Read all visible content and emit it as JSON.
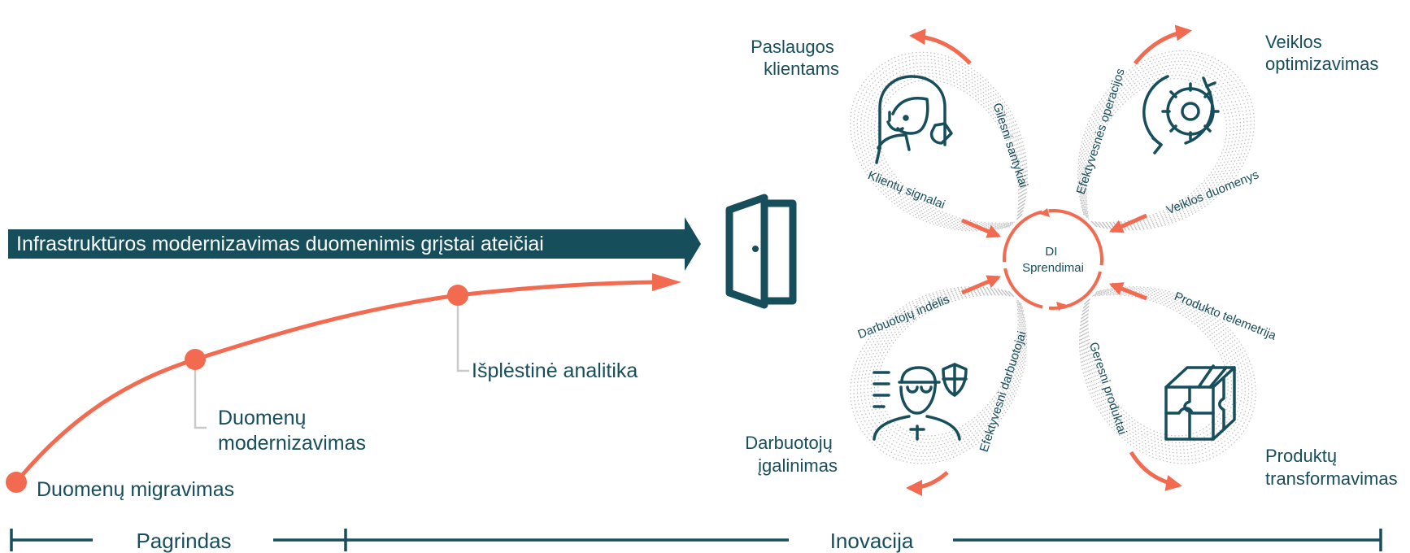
{
  "banner": {
    "text": "Infrastruktūros modernizavimas duomenimis grįstai ateičiai"
  },
  "journey": {
    "milestones": [
      {
        "label_lines": [
          "Duomenų migravimas"
        ]
      },
      {
        "label_lines": [
          "Duomenų",
          "modernizavimas"
        ]
      },
      {
        "label_lines": [
          "Išplėstinė analitika"
        ]
      }
    ]
  },
  "hub": {
    "title_lines": [
      "DI",
      "Sprendimai"
    ]
  },
  "quadrants": {
    "top_left": {
      "title_lines": [
        "Paslaugos",
        "klientams"
      ],
      "icon": "customer-service-agent-icon",
      "inbound": "Klientų signalai",
      "outbound": "Gilesni santykiai"
    },
    "top_right": {
      "title_lines": [
        "Veiklos",
        "optimizavimas"
      ],
      "icon": "gear-cycle-icon",
      "inbound": "Veiklos duomenys",
      "outbound": "Efektyvesnės operacijos"
    },
    "bottom_left": {
      "title_lines": [
        "Darbuotojų",
        "įgalinimas"
      ],
      "icon": "employee-shield-icon",
      "inbound": "Darbuotojų indėlis",
      "outbound": "Efektyvesni darbuotojai"
    },
    "bottom_right": {
      "title_lines": [
        "Produktų",
        "transformavimas"
      ],
      "icon": "puzzle-cube-icon",
      "inbound": "Produkto telemetrija",
      "outbound": "Geresni produktai"
    }
  },
  "timeline": {
    "phase_1": "Pagrindas",
    "phase_2": "Inovacija"
  },
  "colors": {
    "teal": "#174e5c",
    "orange": "#f26a4f",
    "gray": "#c9c9c9"
  },
  "icons": {
    "door": "door-icon"
  }
}
